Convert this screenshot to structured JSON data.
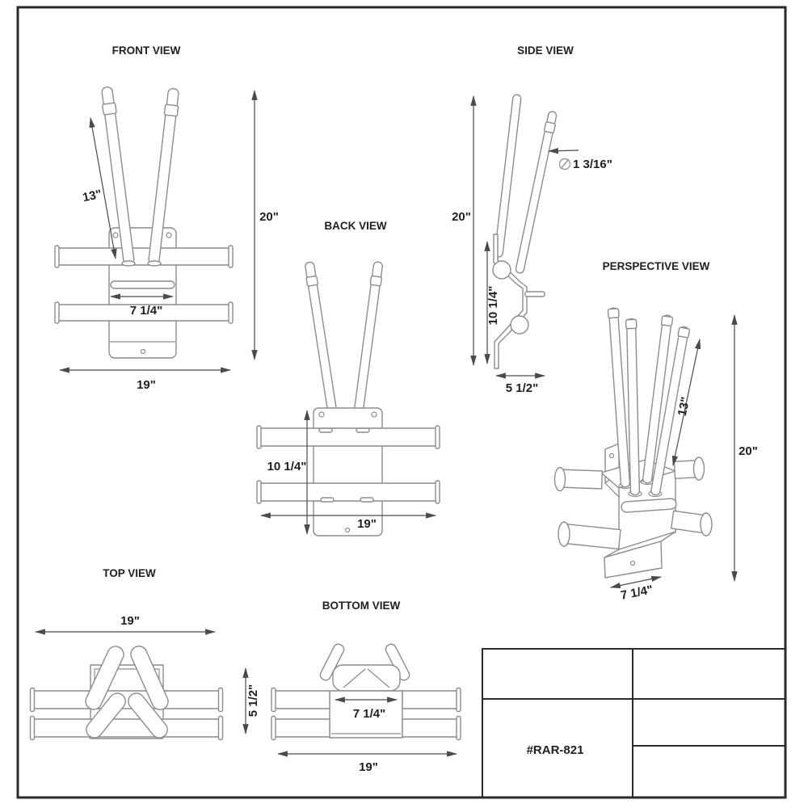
{
  "sheet": {
    "colors": {
      "line": "#8c8c8c",
      "dimension": "#4a4a4a",
      "text": "#1f1f1f",
      "frame": "#2a2a2a"
    }
  },
  "views": {
    "front": {
      "title": "FRONT VIEW",
      "dims": {
        "rod_length": "13\"",
        "overall_height": "20\"",
        "plate_width": "7 1/4\"",
        "overall_width": "19\""
      }
    },
    "back": {
      "title": "BACK VIEW",
      "dims": {
        "plate_height": "10 1/4\"",
        "overall_width": "19\""
      }
    },
    "side": {
      "title": "SIDE VIEW",
      "dims": {
        "overall_height": "20\"",
        "plate_height": "10 1/4\"",
        "base_depth": "5 1/2\"",
        "rod_diameter": "1 3/16\""
      }
    },
    "perspective": {
      "title": "PERSPECTIVE VIEW",
      "dims": {
        "rod_length": "13\"",
        "overall_height": "20\"",
        "plate_width": "7 1/4\""
      }
    },
    "top": {
      "title": "TOP VIEW",
      "dims": {
        "overall_width": "19\"",
        "depth": "5 1/2\""
      }
    },
    "bottom": {
      "title": "BOTTOM VIEW",
      "dims": {
        "plate_width": "7 1/4\"",
        "overall_width": "19\""
      }
    }
  },
  "title_block": {
    "part_number": "#RAR-821"
  }
}
